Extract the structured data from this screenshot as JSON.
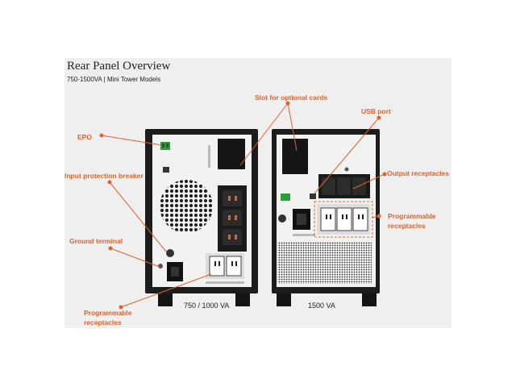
{
  "header": {
    "title": "Rear Panel Overview",
    "subtitle": "750-1500VA | Mini Tower Models"
  },
  "callouts": {
    "epo": "EPO",
    "input_breaker": "Input protection breaker",
    "ground_terminal": "Ground terminal",
    "programmable_left_line1": "Programmable",
    "programmable_left_line2": "receptacles",
    "slot_cards": "Slot for optional cards",
    "usb_port": "USB port",
    "output_receptacles": "Output receptacles",
    "programmable_right_line1": "Programmable",
    "programmable_right_line2": "receptacles"
  },
  "captions": {
    "left_model": "750 / 1000 VA",
    "right_model": "1500 VA"
  },
  "colors": {
    "accent": "#e0622a",
    "background": "#efefef",
    "unit_body": "#1c1c1c",
    "unit_panel": "#f2f2f2"
  }
}
